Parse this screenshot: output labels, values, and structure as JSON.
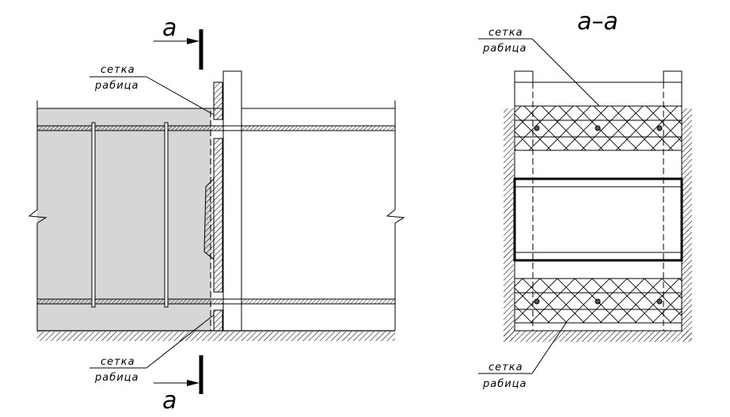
{
  "section_marker": "a",
  "section_title": "a–a",
  "callouts": {
    "left_top": {
      "line1": "сетка",
      "line2": "рабица"
    },
    "left_bottom": {
      "line1": "сетка",
      "line2": "рабица"
    },
    "right_top": {
      "line1": "сетка",
      "line2": "рабица"
    },
    "right_bottom": {
      "line1": "сетка",
      "line2": "рабица"
    }
  }
}
